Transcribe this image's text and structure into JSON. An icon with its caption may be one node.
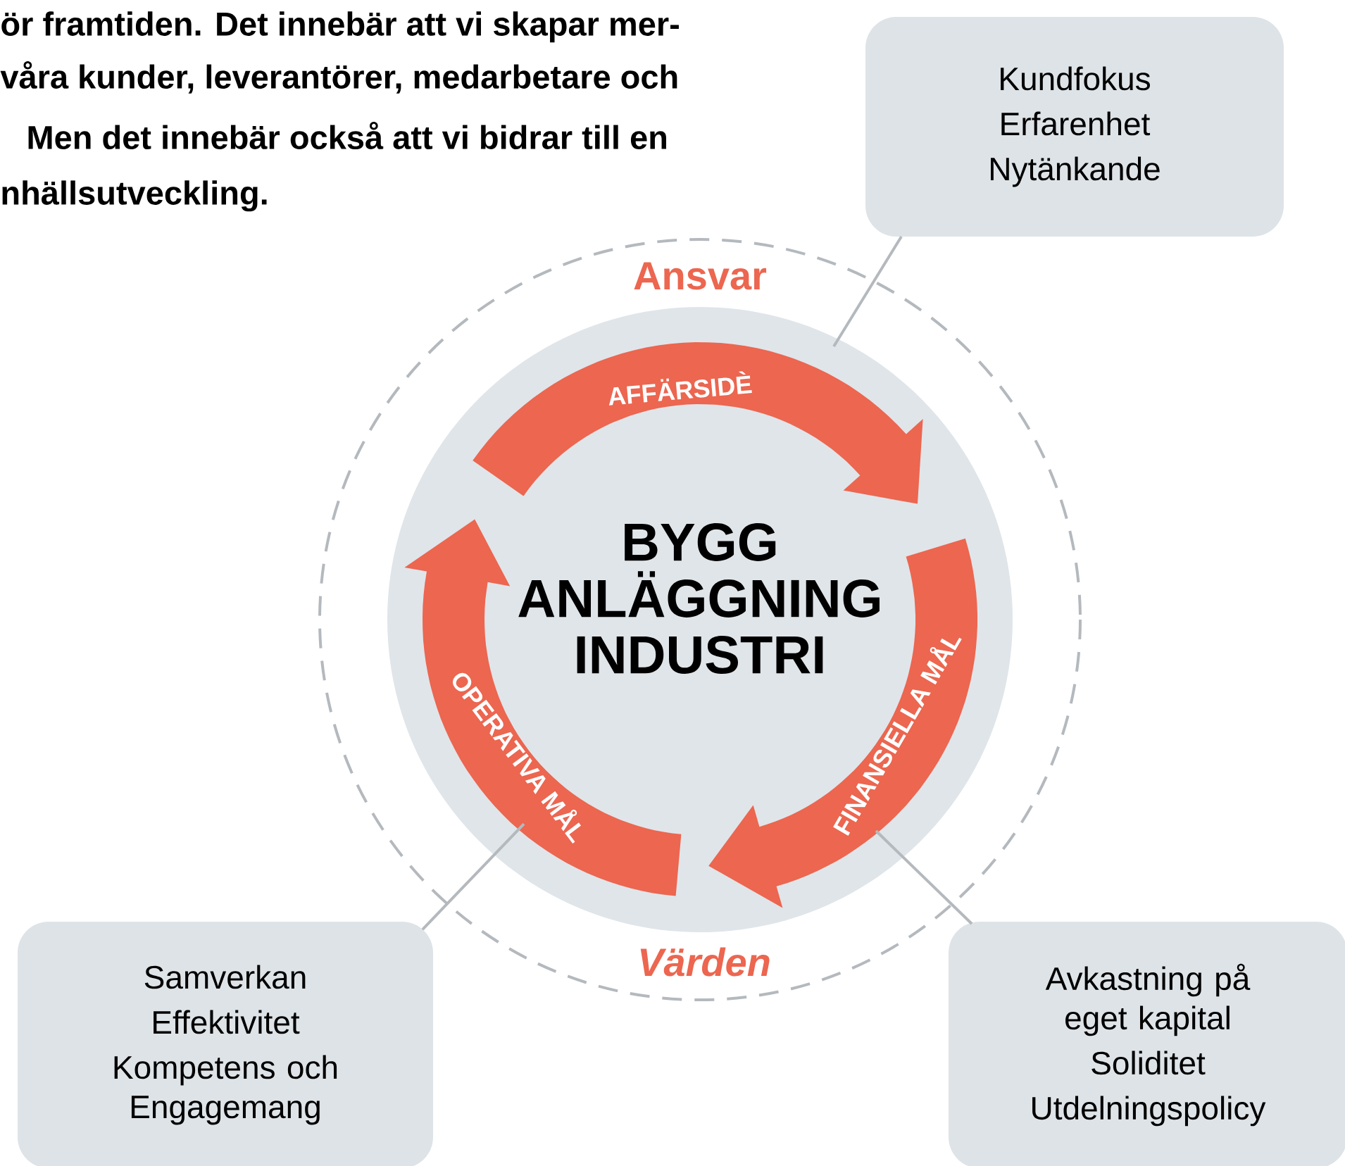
{
  "diagram": {
    "nodes": [
      {
        "text": [
          "BYGG ANLÄGGNING INDUSTRI"
        ]
      },
      {
        "text": [
          "AFFÄRSIDÈ"
        ],
        "in": 0
      },
      {
        "text": [
          "FINANSIELLA MÅL"
        ],
        "in": 0
      },
      {
        "text": [
          "OPERATIVA MÅL"
        ],
        "in": 0
      },
      {
        "text": [
          "Kundfokus",
          "Erfarenhet",
          "Nytänkande"
        ]
      },
      {
        "text": [
          "Samverkan",
          "Effektivitet",
          "Kompetens och Engagemang"
        ]
      },
      {
        "text": [
          "Avkastning på eget kapital",
          "Soliditet",
          "Utdelningspolicy"
        ]
      }
    ],
    "edges": [
      {
        "from": 4,
        "to": 1,
        "arrow": "none"
      },
      {
        "from": 5,
        "to": 3,
        "arrow": "none"
      },
      {
        "from": 6,
        "to": 2,
        "arrow": "none"
      }
    ],
    "labels": [
      "ör framtiden. Det innebär att vi skapar mer-",
      "våra kunder, leverantörer, medarbetare och",
      " Men det innebär också att vi bidrar till en",
      "nhällsutveckling.",
      "Ansvar",
      "Värden"
    ]
  }
}
